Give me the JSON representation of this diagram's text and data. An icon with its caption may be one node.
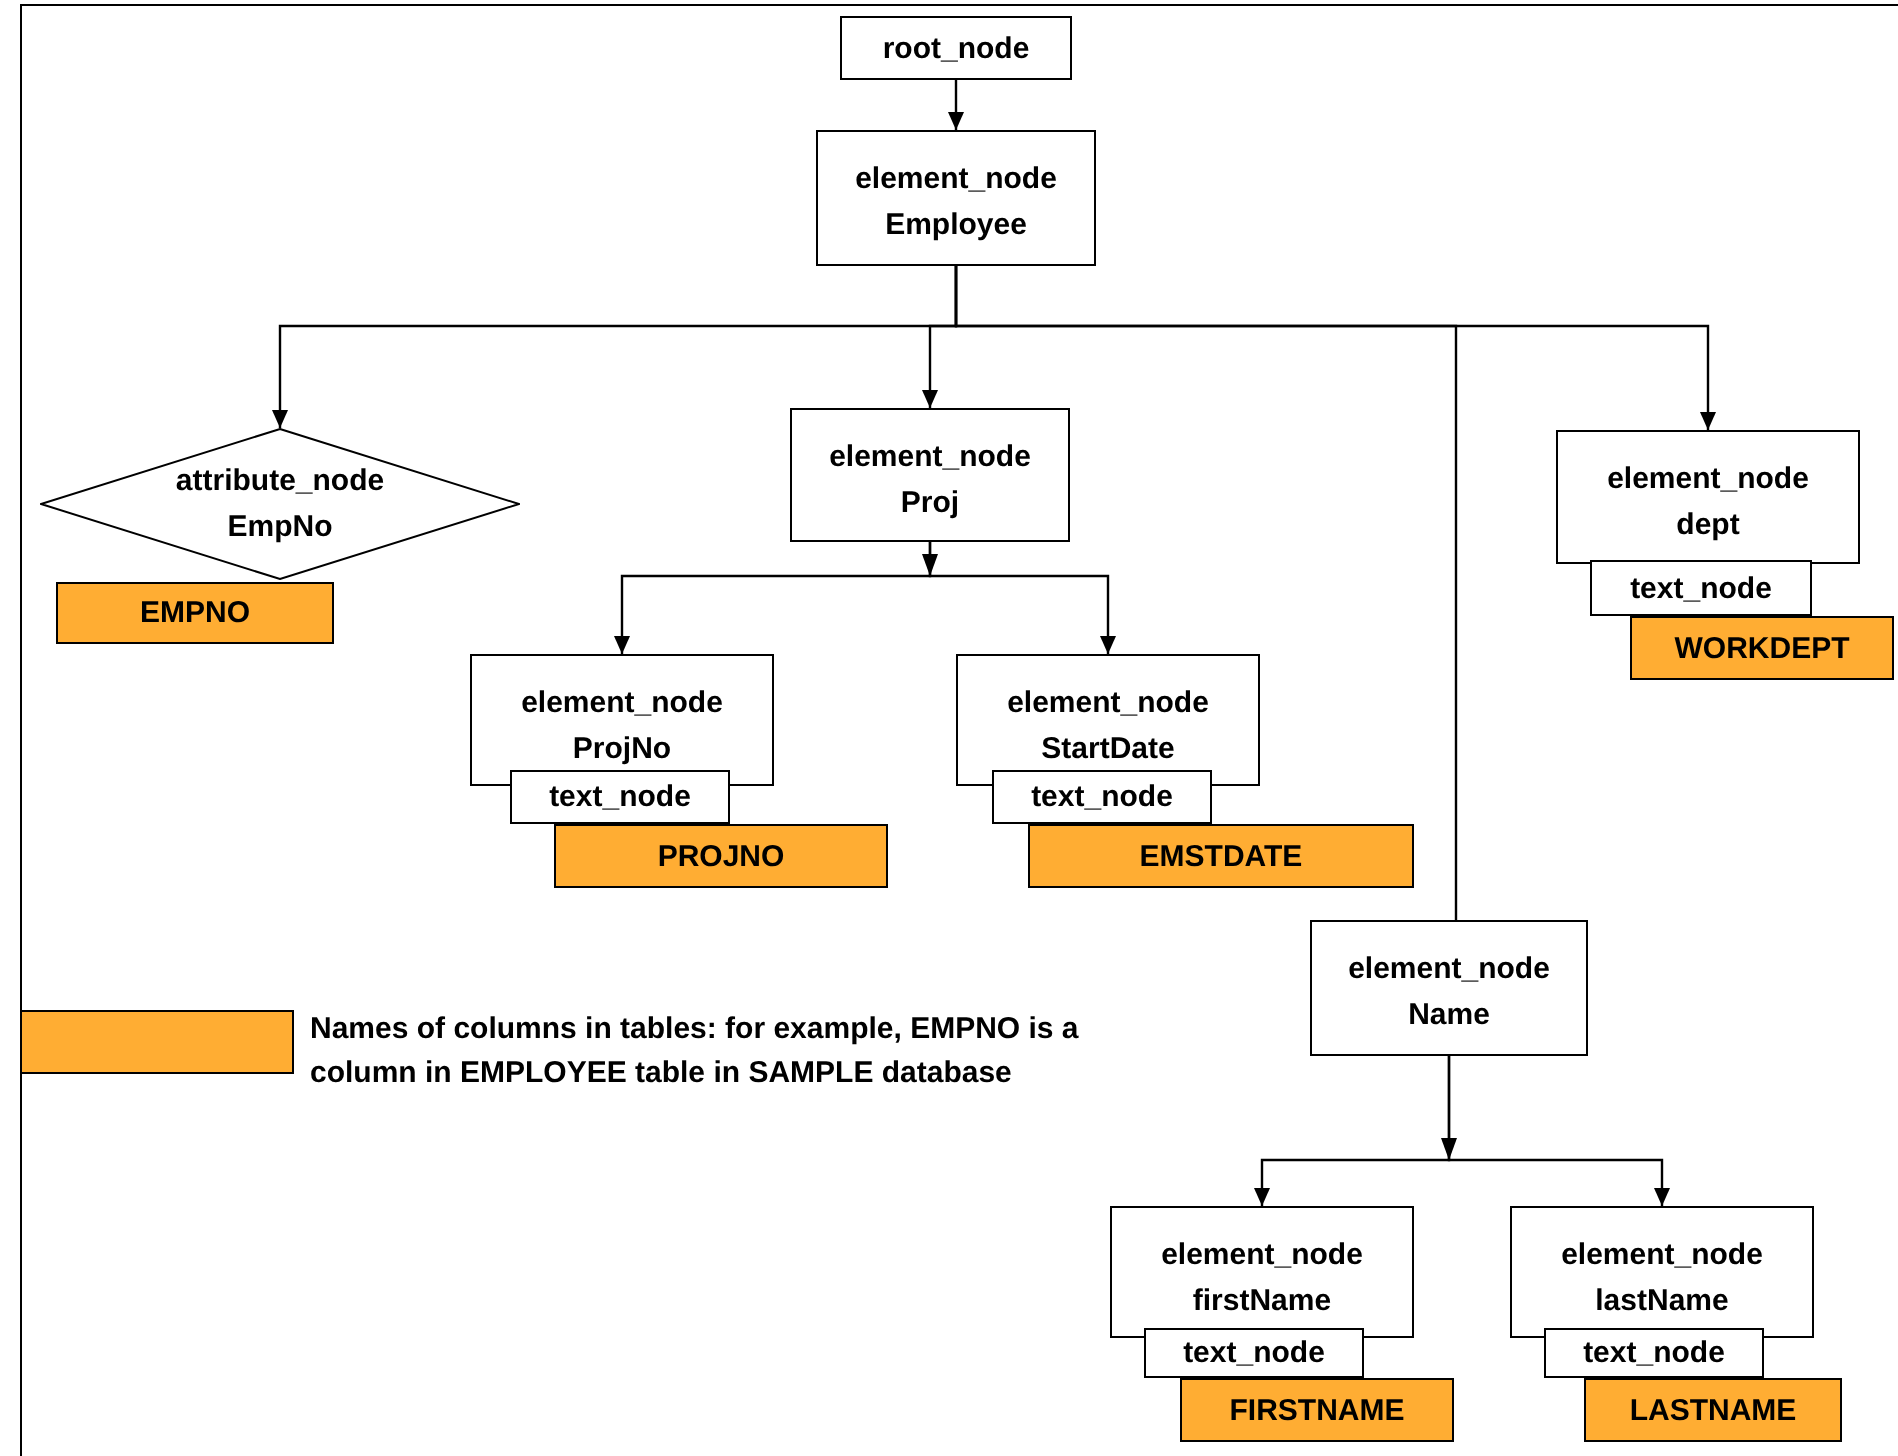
{
  "diagram": {
    "nodes": [
      {
        "text": [
          "root_node"
        ]
      },
      {
        "text": [
          "element_node",
          "Employee"
        ]
      },
      {
        "text": [
          "attribute_node",
          "EmpNo"
        ]
      },
      {
        "text": [
          "EMPNO"
        ]
      },
      {
        "text": [
          "element_node",
          "Proj"
        ]
      },
      {
        "text": [
          "element_node",
          "ProjNo"
        ]
      },
      {
        "text": [
          "text_node"
        ]
      },
      {
        "text": [
          "PROJNO"
        ]
      },
      {
        "text": [
          "element_node",
          "StartDate"
        ]
      },
      {
        "text": [
          "text_node"
        ]
      },
      {
        "text": [
          "EMSTDATE"
        ]
      },
      {
        "text": [
          "element_node",
          "dept"
        ]
      },
      {
        "text": [
          "text_node"
        ]
      },
      {
        "text": [
          "WORKDEPT"
        ]
      },
      {
        "text": [
          "element_node",
          "Name"
        ]
      },
      {
        "text": [
          "element_node",
          "firstName"
        ]
      },
      {
        "text": [
          "text_node"
        ]
      },
      {
        "text": [
          "FIRSTNAME"
        ]
      },
      {
        "text": [
          "element_node",
          "lastName"
        ]
      },
      {
        "text": [
          "text_node"
        ]
      },
      {
        "text": [
          "LASTNAME"
        ]
      }
    ],
    "edges": [
      {
        "from": 0,
        "to": 1,
        "arrow": "to"
      },
      {
        "from": 1,
        "to": 2,
        "arrow": "to"
      },
      {
        "from": 1,
        "to": 4,
        "arrow": "to"
      },
      {
        "from": 1,
        "to": 14,
        "arrow": "none"
      },
      {
        "from": 1,
        "to": 11,
        "arrow": "to"
      },
      {
        "from": 4,
        "to": 5,
        "arrow": "to"
      },
      {
        "from": 4,
        "to": 8,
        "arrow": "to"
      },
      {
        "from": 14,
        "to": 15,
        "arrow": "to"
      },
      {
        "from": 14,
        "to": 18,
        "arrow": "to"
      }
    ],
    "legend": [
      {
        "text": "Names of columns in tables: for example, EMPNO is a column in EMPLOYEE table in SAMPLE database",
        "color": "#ffad33"
      }
    ]
  }
}
